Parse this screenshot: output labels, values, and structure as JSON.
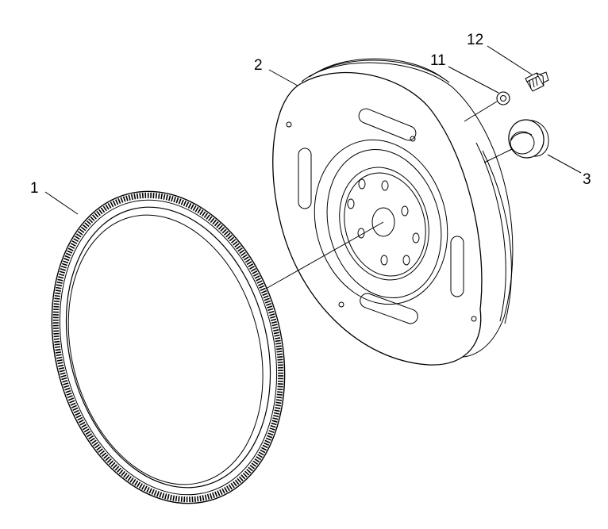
{
  "diagram": {
    "callouts": [
      {
        "id": "ring-gear",
        "label": "1"
      },
      {
        "id": "flywheel",
        "label": "2"
      },
      {
        "id": "bushing",
        "label": "3"
      },
      {
        "id": "washer",
        "label": "11"
      },
      {
        "id": "bolt",
        "label": "12"
      }
    ]
  }
}
